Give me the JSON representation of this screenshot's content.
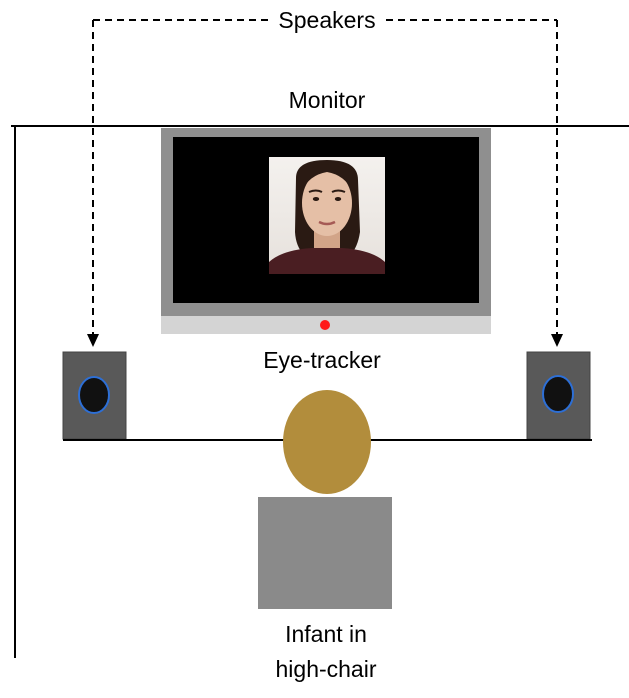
{
  "labels": {
    "speakers": "Speakers",
    "monitor": "Monitor",
    "eye_tracker": "Eye-tracker",
    "infant_line1": "Infant in",
    "infant_line2": "high-chair"
  },
  "colors": {
    "line": "#000000",
    "monitor_frame": "#8f8f8f",
    "monitor_screen": "#000000",
    "eye_tracker_bar": "#d4d4d4",
    "eye_tracker_light": "#ff1a1a",
    "speaker_body": "#595959",
    "speaker_cone": "#111111",
    "speaker_ring": "#2d6fd6",
    "infant_head": "#b28d3c",
    "high_chair": "#8a8a8a",
    "background": "#ffffff"
  },
  "icons": {
    "stimulus_face": "face-photo-icon",
    "speaker_left": "speaker-icon",
    "speaker_right": "speaker-icon",
    "eye_tracker_light": "red-dot-icon"
  }
}
